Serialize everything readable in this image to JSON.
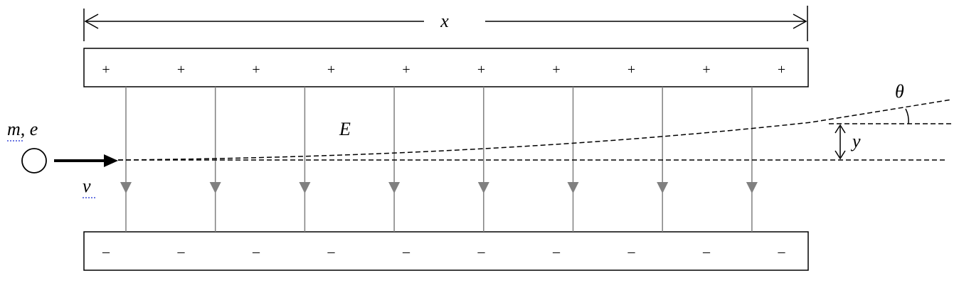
{
  "labels": {
    "width": "x",
    "field": "E",
    "particle": "m, e",
    "velocity": "v",
    "deflection": "y",
    "angle": "θ"
  },
  "plates": {
    "top_sign": "+",
    "bottom_sign": "–",
    "sign_count": 10,
    "field_line_count": 8
  },
  "colors": {
    "stroke": "#000000",
    "field_line": "#808080",
    "underline": "#3b4bd8"
  }
}
